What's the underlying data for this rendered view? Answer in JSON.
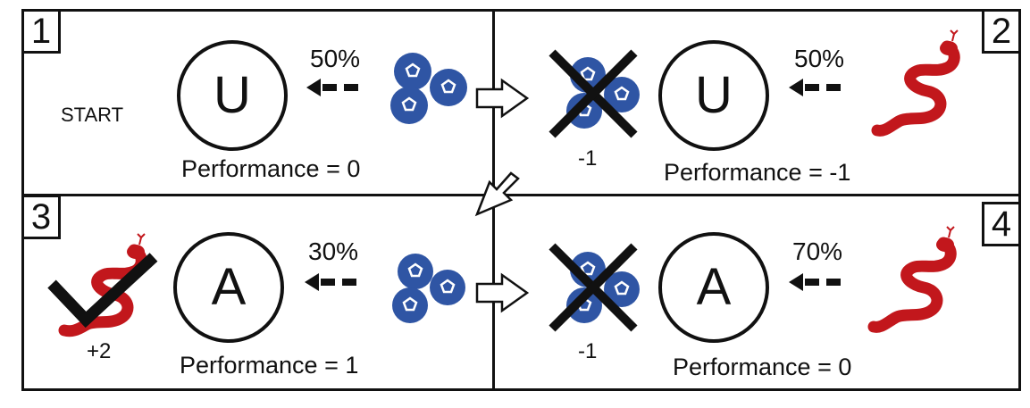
{
  "panels": [
    {
      "number": "1",
      "state": "U",
      "percent": "50%",
      "item": "blueberries",
      "left_label": "START",
      "performance": "Performance = 0"
    },
    {
      "number": "2",
      "state": "U",
      "percent": "50%",
      "item": "snake",
      "reward": "-1",
      "performance": "Performance = -1"
    },
    {
      "number": "3",
      "state": "A",
      "percent": "30%",
      "item": "blueberries",
      "reward": "+2",
      "performance": "Performance = 1"
    },
    {
      "number": "4",
      "state": "A",
      "percent": "70%",
      "item": "snake",
      "reward": "-1",
      "performance": "Performance = 0"
    }
  ],
  "colors": {
    "berry": "#2f55a4",
    "snake": "#c2171c",
    "line": "#111111"
  },
  "icons": [
    "blueberries-icon",
    "snake-icon",
    "cross-icon",
    "checkmark-icon",
    "dashed-arrow-icon",
    "hollow-arrow-icon"
  ]
}
